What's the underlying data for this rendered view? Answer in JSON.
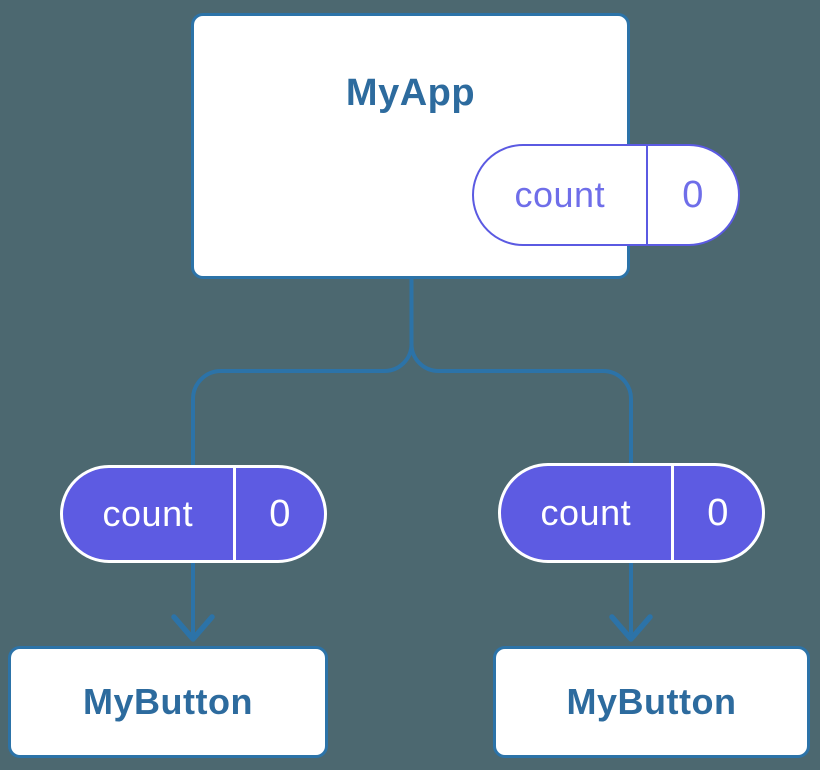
{
  "diagram": {
    "description": "component state tree",
    "root": {
      "title": "MyApp",
      "state": {
        "name": "count",
        "value": "0"
      }
    },
    "children": [
      {
        "title": "MyButton",
        "state": {
          "name": "count",
          "value": "0"
        }
      },
      {
        "title": "MyButton",
        "state": {
          "name": "count",
          "value": "0"
        }
      }
    ]
  },
  "colors": {
    "background": "#4c6870",
    "connector_blue": "#2c73a8",
    "card_border_blue": "#2c73a8",
    "title_text_blue": "#2d6b9e",
    "pill_outline_purple": "#5b5ae2",
    "pill_outline_text_purple": "#6f6ee9",
    "pill_fill_purple": "#5d5be2",
    "pill_fill_text": "#ffffff",
    "card_background": "#ffffff"
  }
}
